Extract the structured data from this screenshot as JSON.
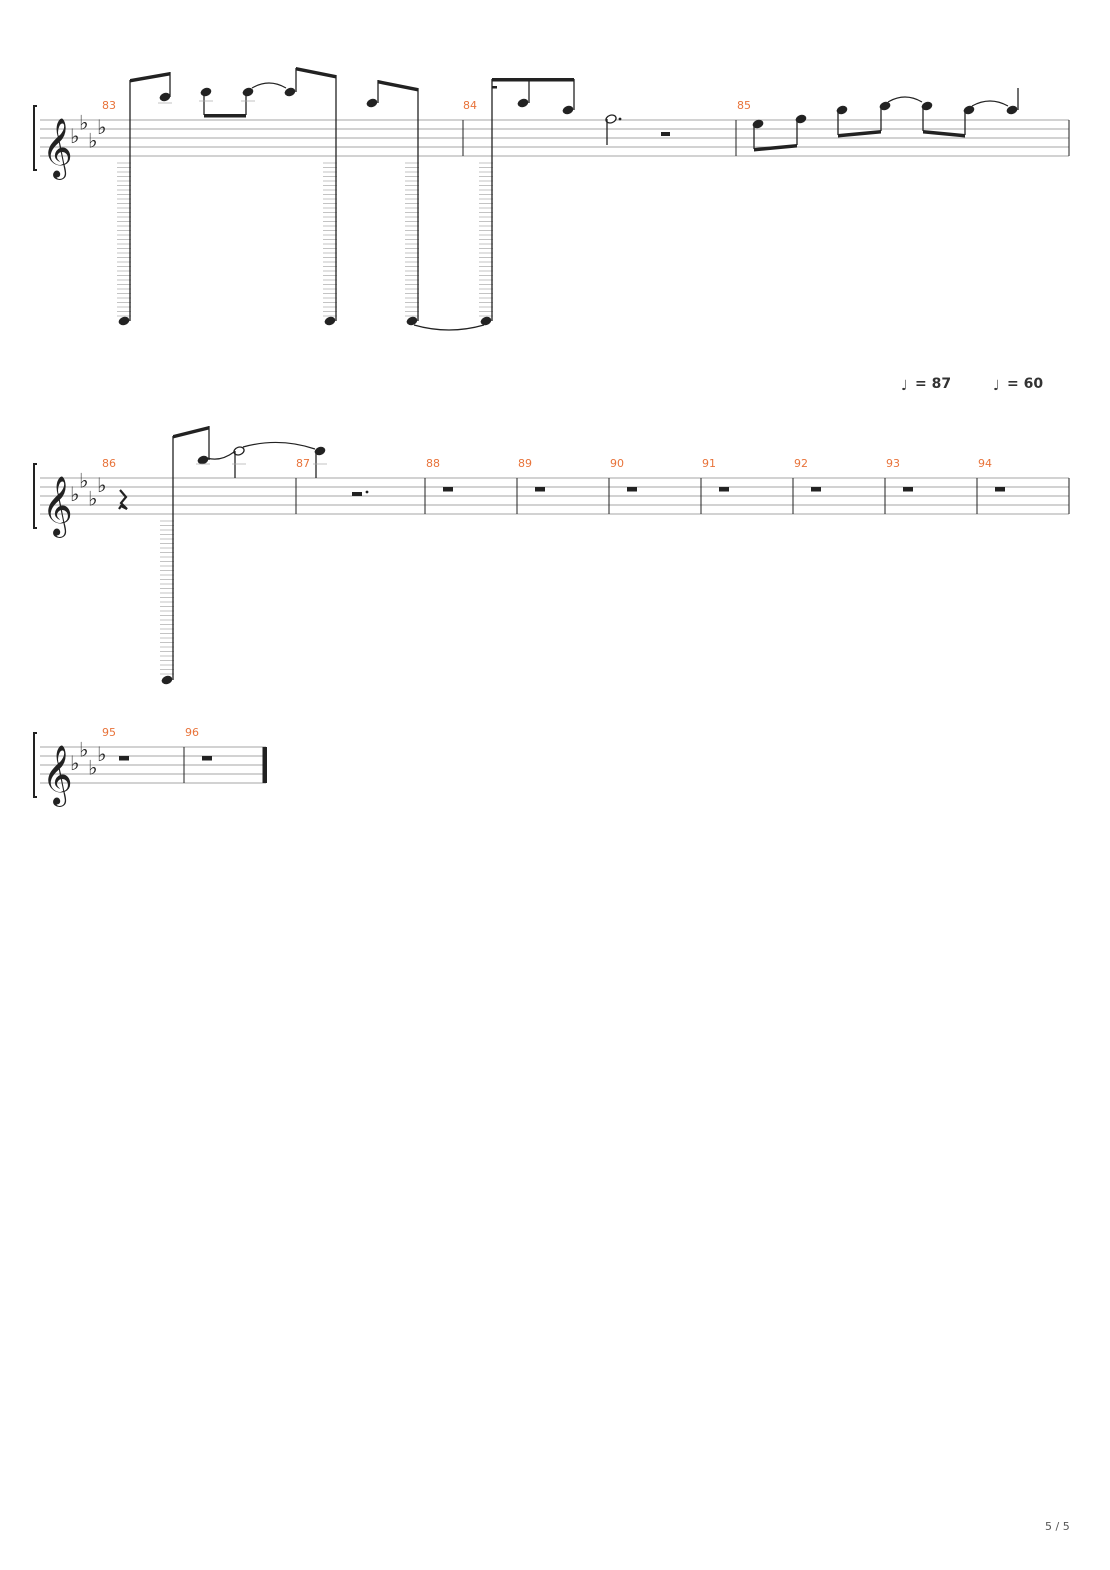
{
  "page": {
    "page_indicator": "5 / 5"
  },
  "key_signature": {
    "clef": "treble",
    "flats": 4,
    "flat_glyph": "♭",
    "clef_glyph": "𝄞"
  },
  "colors": {
    "measure_number": "#e8733a",
    "ink": "#222222",
    "staff_line": "#888888",
    "ledger_line": "#aaaaaa"
  },
  "tempo_marks": [
    {
      "note_glyph": "♩",
      "text": "= 87"
    },
    {
      "note_glyph": "♩",
      "text": "= 60"
    }
  ],
  "systems": [
    {
      "measures": [
        "83",
        "84",
        "85"
      ]
    },
    {
      "measures": [
        "86",
        "87",
        "88",
        "89",
        "90",
        "91",
        "92",
        "93",
        "94"
      ]
    },
    {
      "measures": [
        "95",
        "96"
      ]
    }
  ]
}
